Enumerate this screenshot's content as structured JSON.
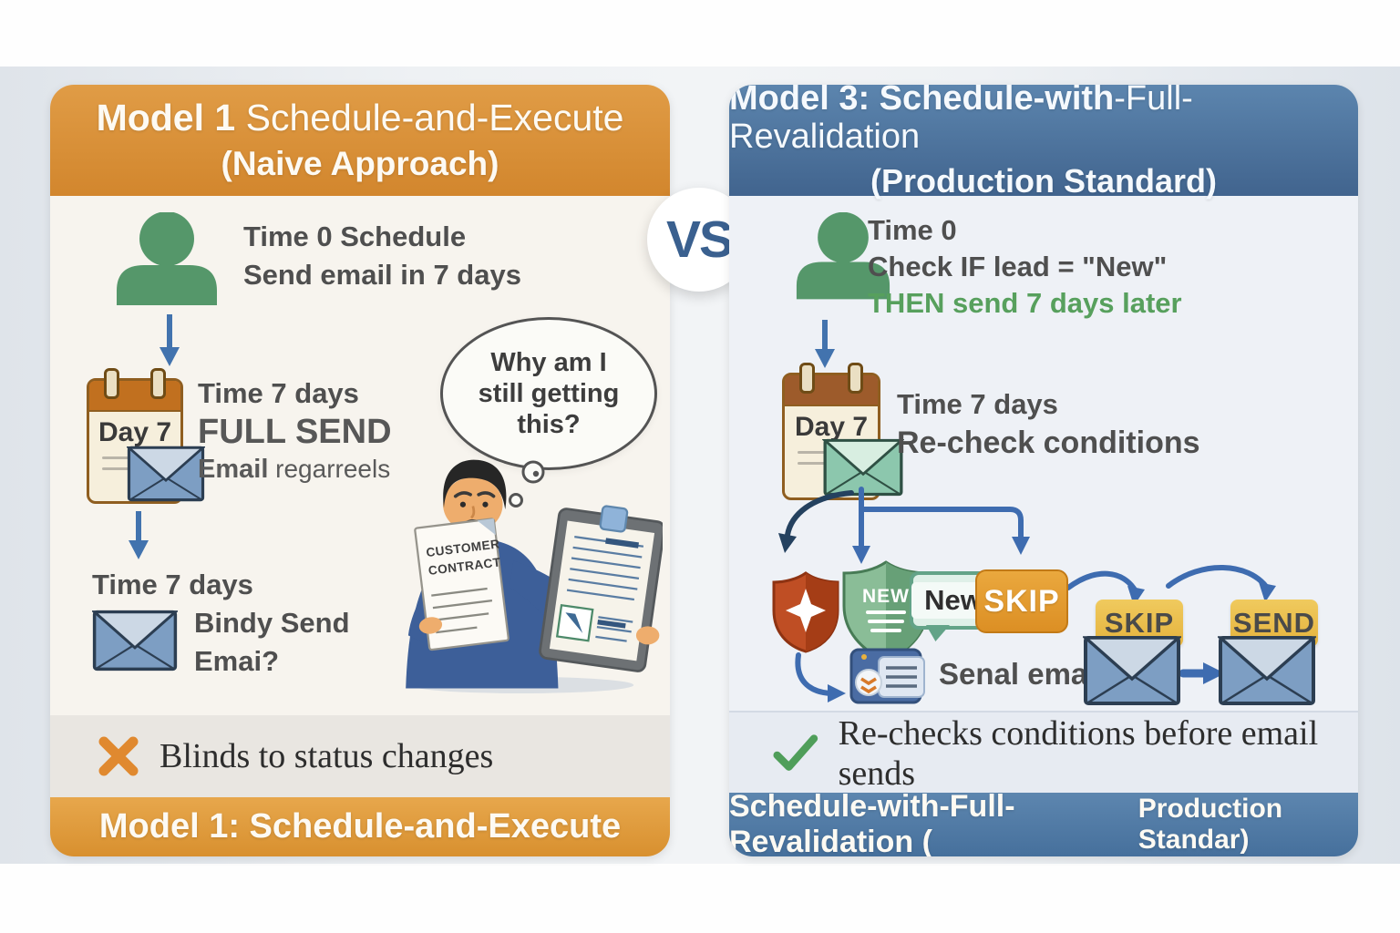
{
  "vs_label": "VS",
  "left": {
    "header_title_bold": "Model 1",
    "header_title_rest": "Schedule-and-Execute",
    "header_subtitle": "(Naive Approach)",
    "step1_line1": "Time 0 Schedule",
    "step1_line2": "Send email in 7 days",
    "calendar_label": "Day 7",
    "step2_line1": "Time 7 days",
    "step2_line2": "FULL SEND",
    "step2_line3_bold": "Email",
    "step2_line3_rest": " regarreels",
    "step3_line1": "Time 7 days",
    "step3_line2": "Bindy Send",
    "step3_line3": "Emai?",
    "bubble_line1": "Why am I",
    "bubble_line2": "still getting",
    "bubble_line3": "this?",
    "doc_line1": "CUSTOMER",
    "doc_line2": "CONTRACT",
    "verdict": "Blinds to status changes",
    "footer": "Model 1: Schedule-and-Execute"
  },
  "right": {
    "header_title_bold": "Model 3: Schedule-with",
    "header_title_rest": "-Full-Revalidation",
    "header_subtitle": "(Production Standard)",
    "step1_line1": "Time 0",
    "step1_line2": "Check IF lead = \"New\"",
    "step1_line3": "THEN send 7 days later",
    "calendar_label": "Day 7",
    "step2_line1": "Time 7 days",
    "step2_line2": "Re-check conditions",
    "shield_label": "NEW",
    "bubble_label": "New",
    "skip_button": "SKIP",
    "send_email_label": "Senal email",
    "envelope1_tag": "SKIP",
    "envelope2_tag": "SEND",
    "verdict": "Re-checks conditions before email sends",
    "footer_part1": "Schedule-with-Full-Revalidation (",
    "footer_part2": "Production Standar)"
  },
  "icons": {
    "left_verdict": "x-mark-icon",
    "right_verdict": "check-icon",
    "user": "person-icon",
    "mail": "envelope-icon",
    "schedule": "calendar-icon"
  },
  "colors": {
    "accent_orange": "#d98f33",
    "accent_blue": "#4a72a0",
    "person_green": "#55976a",
    "condition_green": "#57a05d",
    "arrow_blue": "#3e6cb0",
    "shield_red": "#bf4e24",
    "shield_green": "#67a077",
    "tag_gold": "#ecc254",
    "envelope_blue": "#7d9ec3",
    "envelope_green": "#8cc7ad"
  }
}
